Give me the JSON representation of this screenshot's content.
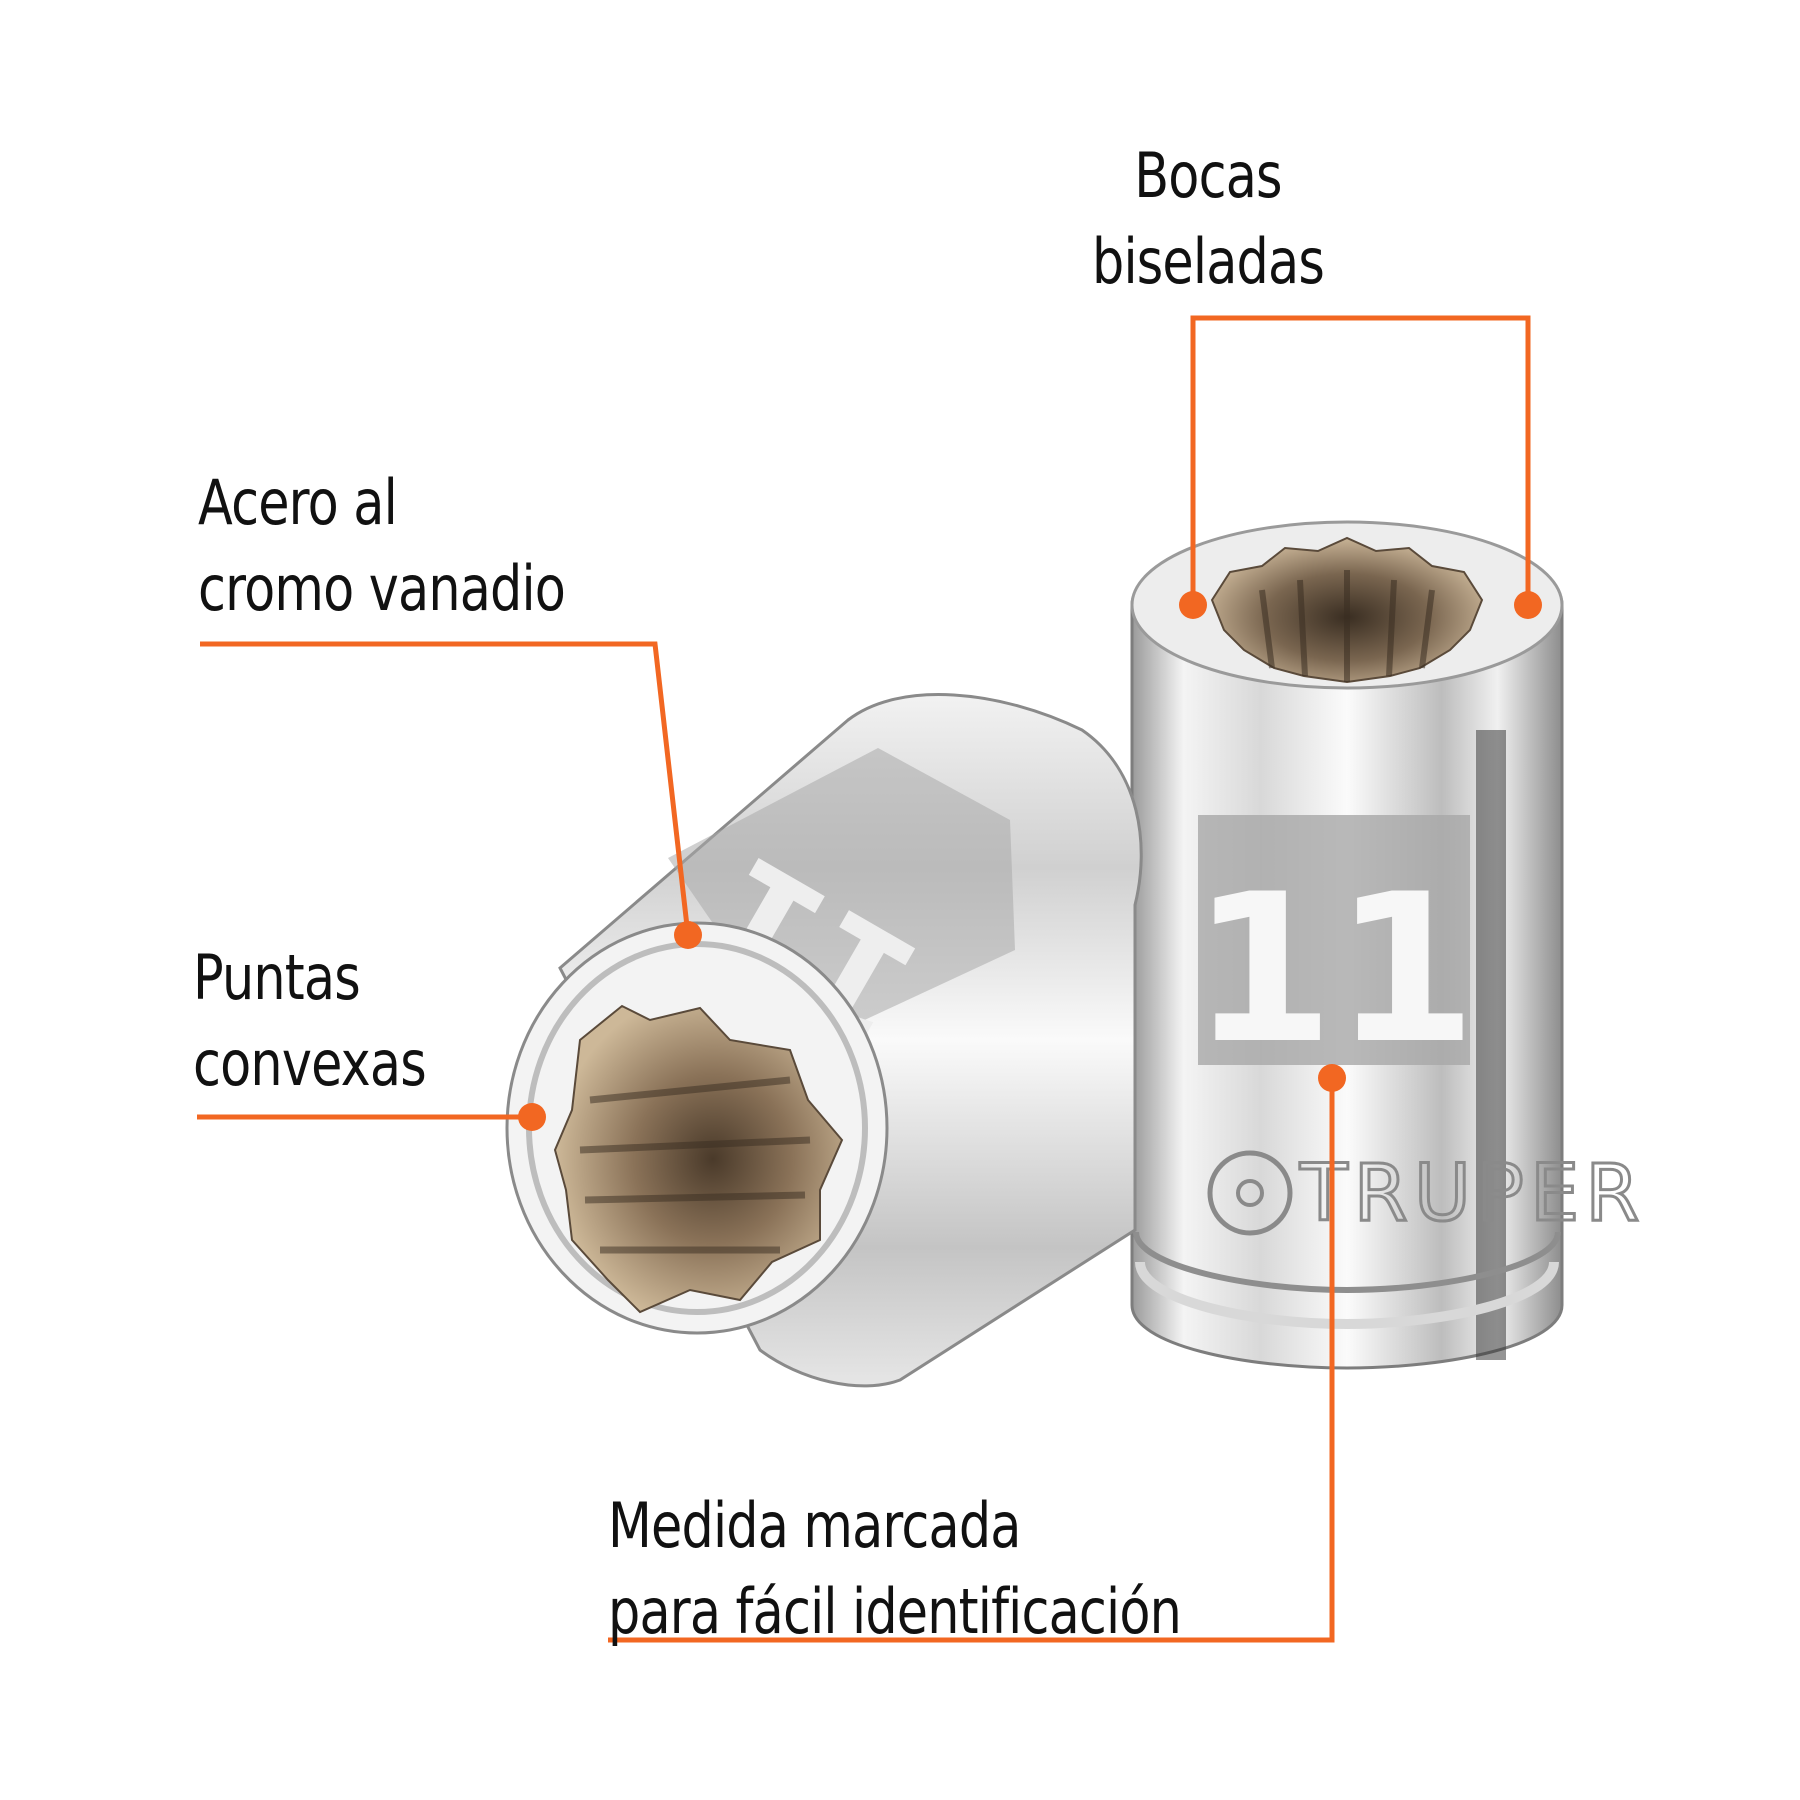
{
  "accent_color": "#f26722",
  "callouts": {
    "bocas": {
      "line1": "Bocas",
      "line2": "biseladas"
    },
    "acero": {
      "line1": "Acero al",
      "line2": "cromo vanadio"
    },
    "puntas": {
      "line1": "Puntas",
      "line2": "convexas"
    },
    "medida": {
      "line1": "Medida marcada",
      "line2": "para fácil identificación"
    }
  },
  "sockets": {
    "left_size_mark": "11",
    "right_size_mark": "11",
    "brand": "TRUPER"
  }
}
